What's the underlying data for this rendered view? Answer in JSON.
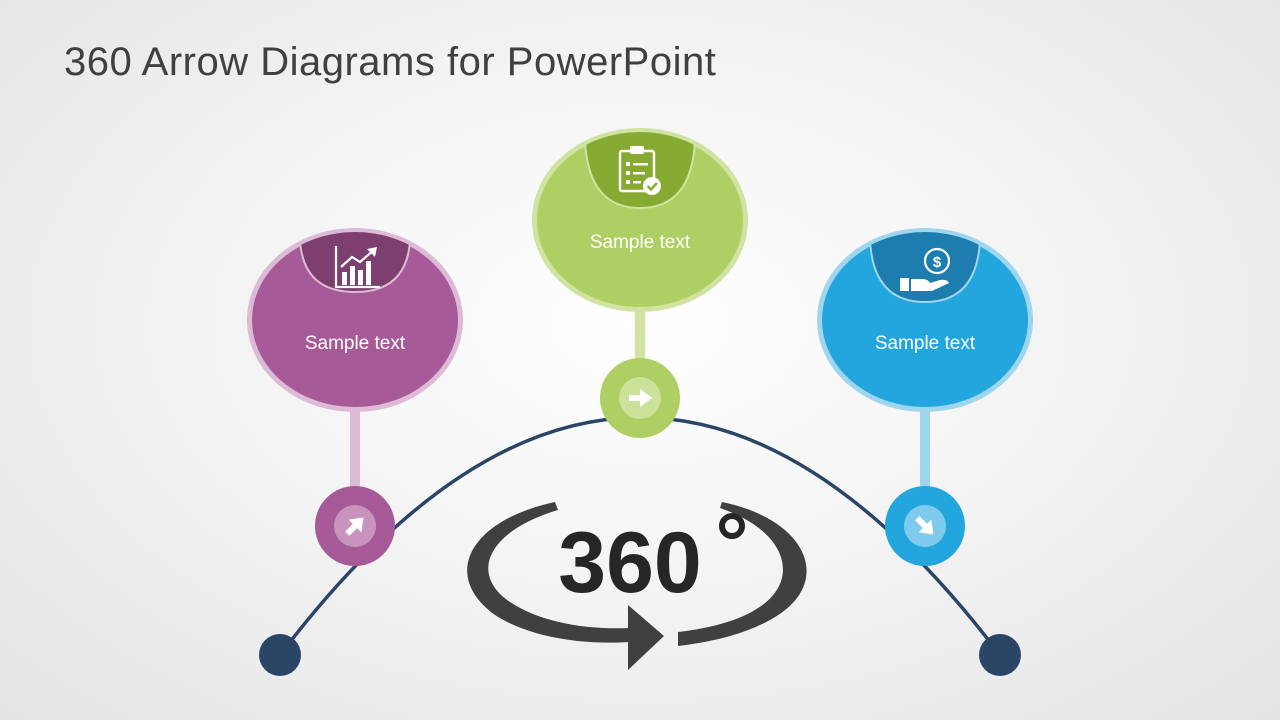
{
  "slide": {
    "title": "360 Arrow Diagrams for PowerPoint"
  },
  "center": {
    "degree_text": "360"
  },
  "nodes": [
    {
      "label": "Sample text",
      "icon": "growth-chart-icon",
      "arrow": "arrow-up-right-icon",
      "color": "#A65A97",
      "light": "#DDBAD6",
      "dark": "#7C3F6E"
    },
    {
      "label": "Sample text",
      "icon": "clipboard-checklist-icon",
      "arrow": "arrow-right-icon",
      "color": "#AFCE63",
      "light": "#D0E3A0",
      "dark": "#87AB32"
    },
    {
      "label": "Sample text",
      "icon": "dollar-hand-icon",
      "arrow": "arrow-down-right-icon",
      "color": "#23A5DD",
      "light": "#9FD6EE",
      "dark": "#1D7DAF"
    }
  ],
  "colors": {
    "arc": "#2B4566",
    "degree_arrow": "#404040",
    "text_dark": "#404040"
  }
}
